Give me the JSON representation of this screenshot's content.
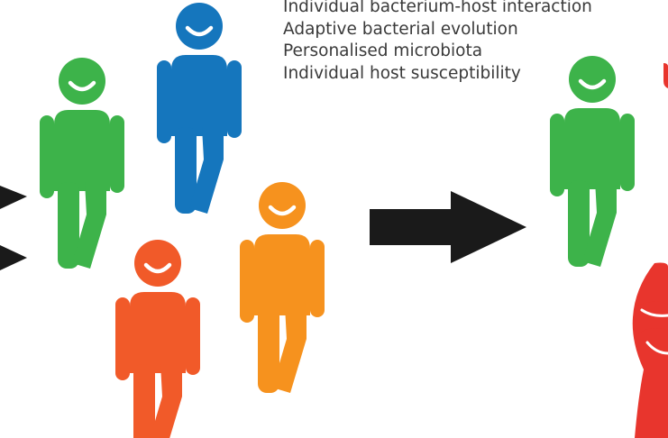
{
  "concepts": [
    "Individual bacterium-host interaction",
    "Adaptive bacterial evolution",
    "Personalised microbiota",
    "Individual host susceptibility"
  ],
  "colors": {
    "green": "#3db34a",
    "blue": "#1576bd",
    "orange": "#f6921e",
    "red_orange": "#f15a29",
    "red": "#e8352d",
    "arrow": "#1a1a1a",
    "text": "#3a3a3a"
  }
}
